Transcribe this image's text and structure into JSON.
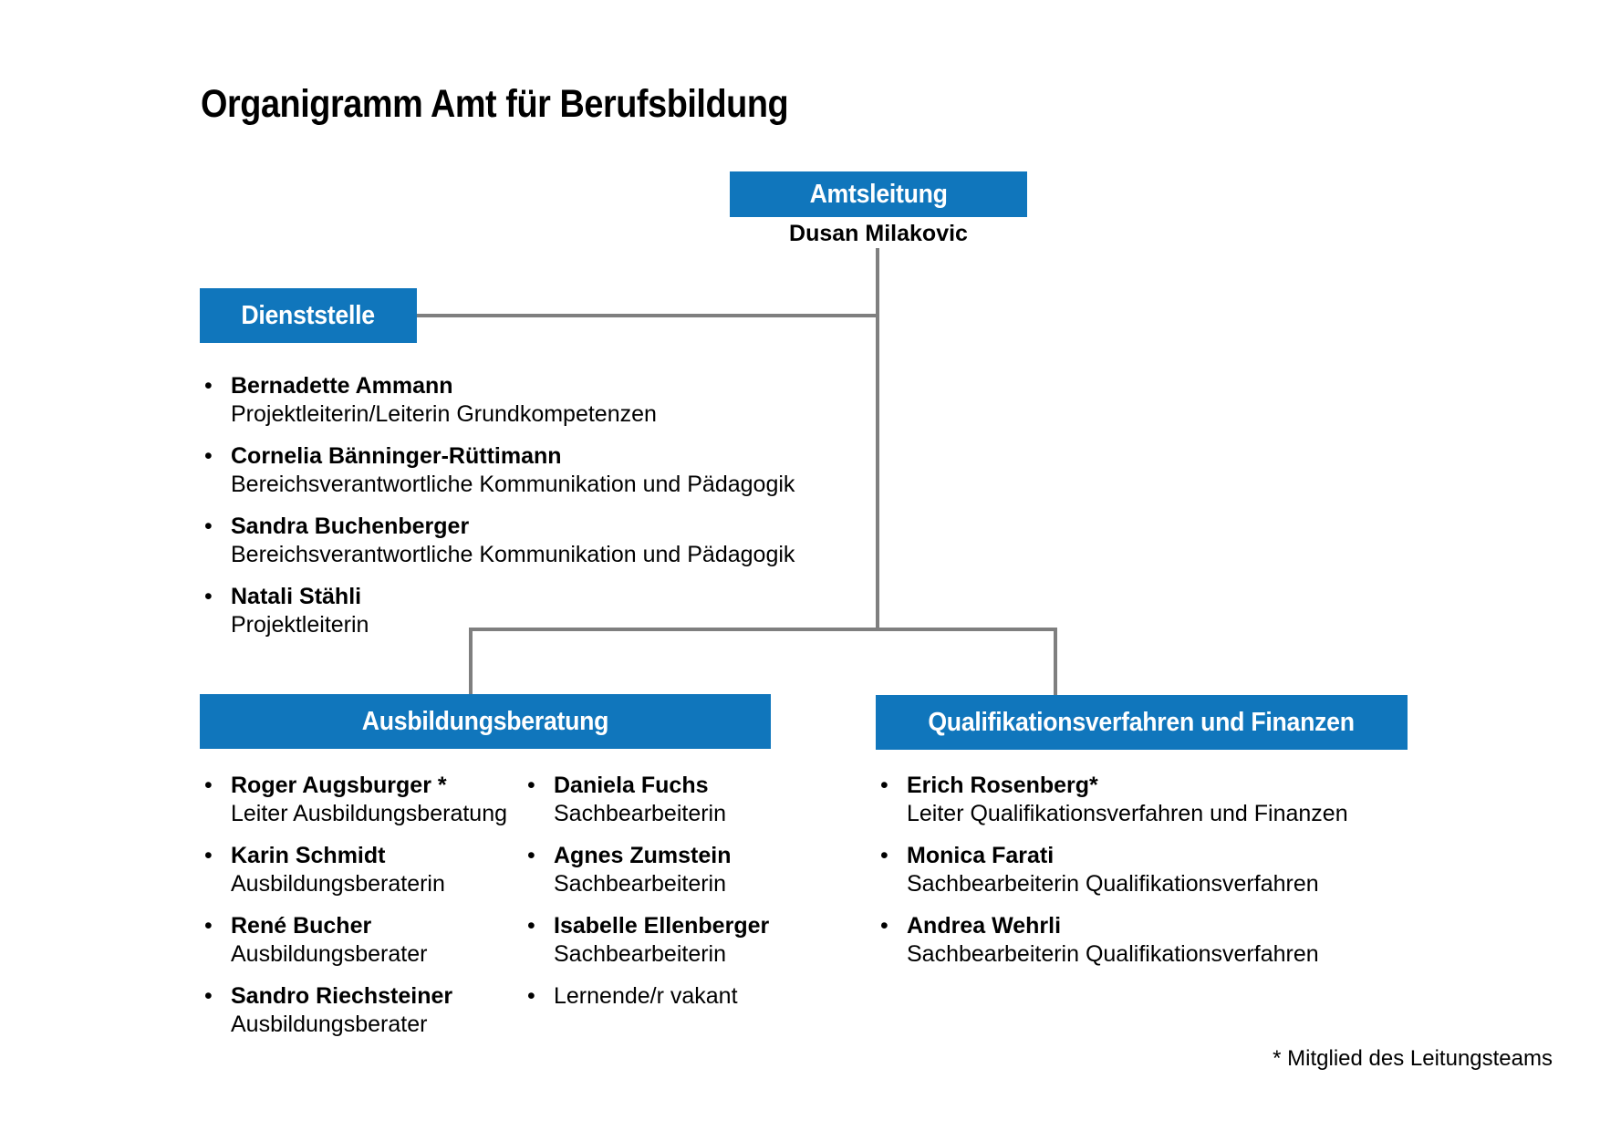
{
  "title": "Organigramm Amt für Berufsbildung",
  "footnote": "* Mitglied des Leitungsteams",
  "colors": {
    "box_blue": "#1076BC",
    "line_gray": "#7F7F7F"
  },
  "nodes": {
    "amtsleitung": {
      "label": "Amtsleitung",
      "person": "Dusan Milakovic"
    },
    "dienststelle": {
      "label": "Dienststelle",
      "members": [
        {
          "name": "Bernadette Ammann",
          "role": "Projektleiterin/Leiterin Grundkompetenzen"
        },
        {
          "name": "Cornelia Bänninger-Rüttimann",
          "role": "Bereichsverantwortliche Kommunikation und Pädagogik"
        },
        {
          "name": "Sandra Buchenberger",
          "role": "Bereichsverantwortliche Kommunikation und Pädagogik"
        },
        {
          "name": "Natali Stähli",
          "role": "Projektleiterin"
        }
      ]
    },
    "ausbildungsberatung": {
      "label": "Ausbildungsberatung",
      "columns": {
        "left": [
          {
            "name": "Roger Augsburger *",
            "role": "Leiter Ausbildungsberatung"
          },
          {
            "name": "Karin Schmidt",
            "role": "Ausbildungsberaterin"
          },
          {
            "name": "René Bucher",
            "role": "Ausbildungsberater"
          },
          {
            "name": "Sandro Riechsteiner",
            "role": "Ausbildungsberater"
          }
        ],
        "right": [
          {
            "name": "Daniela Fuchs",
            "role": "Sachbearbeiterin"
          },
          {
            "name": "Agnes Zumstein",
            "role": "Sachbearbeiterin"
          },
          {
            "name": "Isabelle Ellenberger",
            "role": "Sachbearbeiterin"
          },
          {
            "name": "Lernende/r vakant",
            "bold": false
          }
        ]
      }
    },
    "qualifikationsverfahren": {
      "label": "Qualifikationsverfahren und Finanzen",
      "members": [
        {
          "name": "Erich Rosenberg*",
          "role": "Leiter Qualifikationsverfahren und Finanzen"
        },
        {
          "name": "Monica Farati",
          "role": "Sachbearbeiterin Qualifikationsverfahren"
        },
        {
          "name": "Andrea Wehrli",
          "role": "Sachbearbeiterin Qualifikationsverfahren"
        }
      ]
    }
  }
}
